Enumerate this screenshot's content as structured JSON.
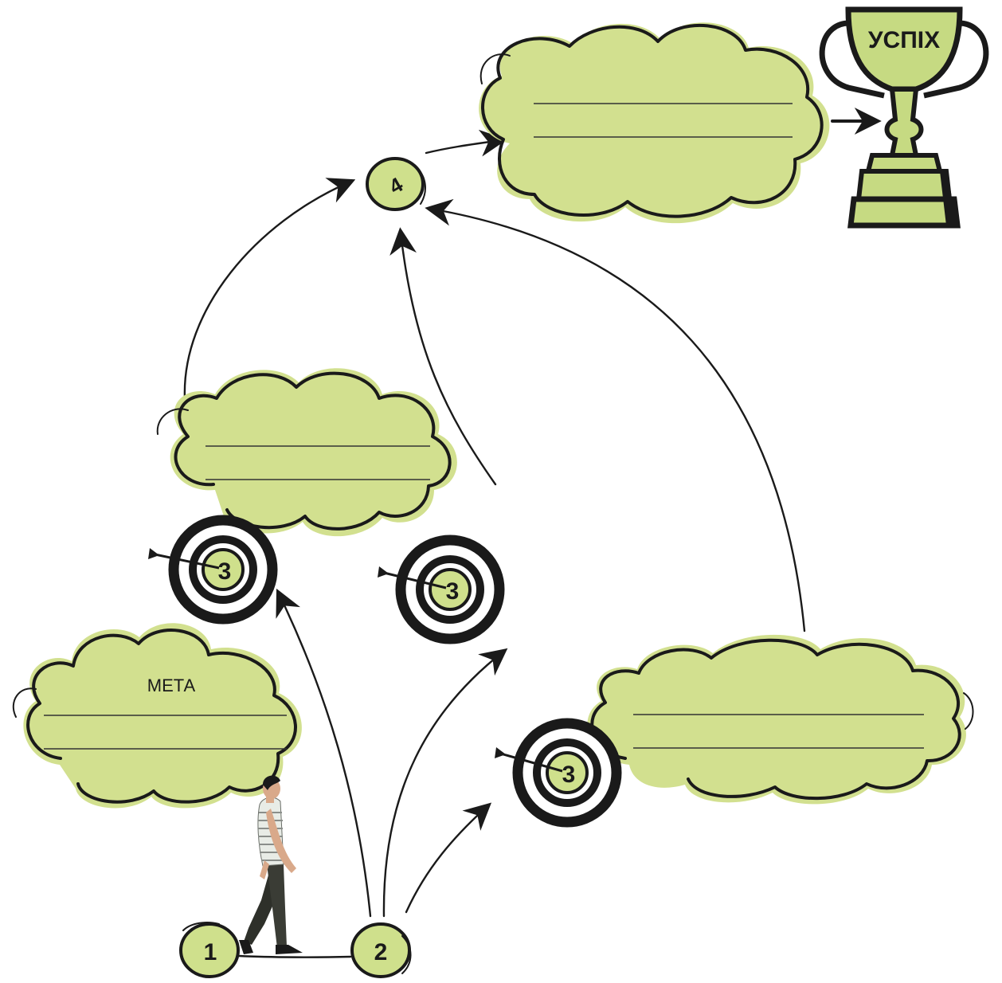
{
  "goal_label": "МЕТА",
  "success_label": "УСПІХ",
  "steps": {
    "step1": "1",
    "step2": "2",
    "step3": "3",
    "step4": "4"
  },
  "colors": {
    "cloud": "#d2e08f",
    "node": "#cfe08c",
    "ink": "#1a1a1a",
    "trophy": "#c6da82"
  }
}
